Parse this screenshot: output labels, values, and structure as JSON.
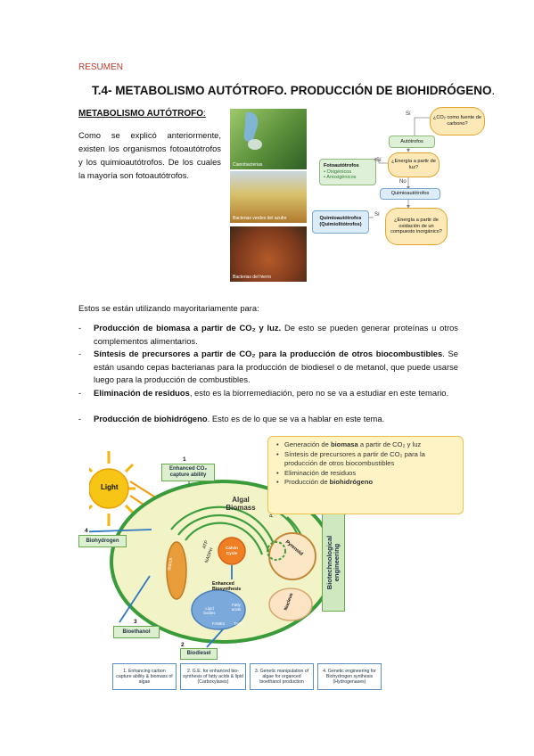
{
  "header": {
    "section": "RESUMEN",
    "title": "T.4- METABOLISMO AUTÓTROFO. PRODUCCIÓN DE BIOHIDRÓGENO",
    "title_end": "."
  },
  "metabolismo": {
    "heading": "METABOLISMO AUTÓTROFO",
    "heading_colon": ":",
    "intro": "Como se explicó anteriormente, existen los organismos fotoautótrofos y los quimioautótrofos. De los cuales la mayoría son fotoautótrofos."
  },
  "photos": [
    {
      "caption": "Cianobacterias"
    },
    {
      "caption": "Bacterias verdes del azufre"
    },
    {
      "caption": "Bacterias del hierro"
    }
  ],
  "flowchart": {
    "q_co2": "¿CO₂ como fuente de carbono?",
    "si1": "Sí",
    "autotrofos": "Autótrofos",
    "q_luz": "¿Energía a partir de luz?",
    "si2": "Sí",
    "no": "No",
    "fotoautotrofos": "Fotoautótrofos",
    "oxigenicos": "• Oxigénicos",
    "anoxigenicos": "• Anoxigénicos",
    "quimioautotrofos": "Quimioautótrofos",
    "q_oxidacion": "¿Energía a partir de oxidación de un compuesto inorgánico?",
    "si3": "Sí",
    "quimiolitotrofos": "Quimioautótrofos (Quimiolitótrofos)"
  },
  "uses_intro": "Estos se están utilizando mayoritariamente para:",
  "bullets": [
    {
      "dash": "-",
      "bold": "Producción de biomasa a partir de CO₂ y luz.",
      "text": " De esto se pueden generar proteínas u otros complementos alimentarios."
    },
    {
      "dash": "-",
      "bold": "Síntesis de precursores a partir de CO₂ para la producción de otros biocombustibles",
      "text": ". Se están usando cepas bacterianas para la producción de biodiesel o de metanol, que puede usarse luego para la producción de combustibles."
    },
    {
      "dash": "-",
      "bold": "Eliminación de residuos",
      "text": ", esto es la biorremediación, pero no se va a estudiar en este temario."
    },
    {
      "dash": "-",
      "bold": "Producción de biohidrógeno",
      "text": ". Esto es de lo que se va a hablar en este tema."
    }
  ],
  "callout": [
    {
      "pre": "Generación de ",
      "bold": "biomasa",
      "post": " a partir de CO₂ y luz"
    },
    {
      "pre": "Síntesis de precursores a partir de CO₂ para la producción de otros biocombustibles",
      "bold": "",
      "post": ""
    },
    {
      "pre": "Eliminación de residuos",
      "bold": "",
      "post": ""
    },
    {
      "pre": "Producción de ",
      "bold": "biohidrógeno",
      "post": ""
    }
  ],
  "diagram": {
    "light": "Light",
    "n1": "1",
    "enhanced_co2": "Enhanced CO₂ capture ability",
    "algal_biomass": "Algal Biomass",
    "plastids": "Plastids",
    "pyrenoid": "Pyrenoid",
    "atp": "ATP",
    "nadph": "NADPH",
    "calvin": "Calvin Cycle",
    "starch": "Starch",
    "enhanced_bio": "Enhanced Biosynthesis",
    "lipid": "Lipid bodies",
    "fatty": "Fatty acids",
    "fames": "FAMEs",
    "tags": "TAGs",
    "nucleus": "Nucleus",
    "n4": "4",
    "biohydrogen": "Biohydrogen",
    "n3": "3",
    "bioethanol": "Bioethanol",
    "n2": "2",
    "biodiesel": "Biodiesel",
    "biotech": "Biotechnological engineering",
    "legend": [
      "1. Enhancing carbon capture ability & biomass of algae",
      "2. G.E. for enhanced bio-synthesis of fatty acids & lipid (Carboxylases)",
      "3. Genetic manipulation of algae for organced bioethanol production",
      "4. Genetic engineering for Biohydrogen synthesis (Hydrogenases)"
    ]
  },
  "colors": {
    "resumen": "#c0392b",
    "cell_green": "#4caf50",
    "callout_bg": "#fdf3c4",
    "flow_question": "#fde9b8"
  }
}
